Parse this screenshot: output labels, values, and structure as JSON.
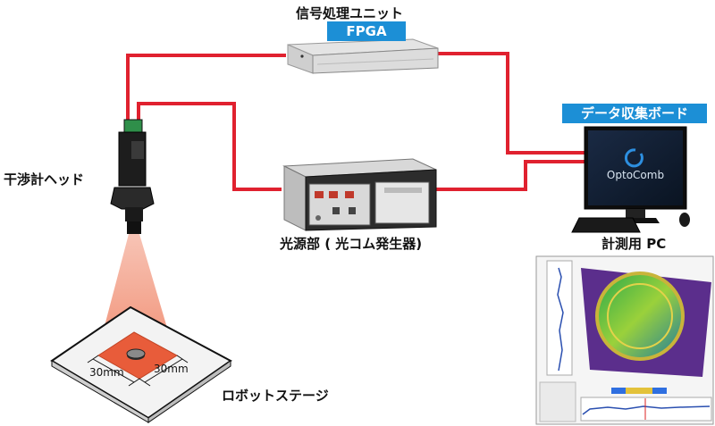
{
  "labels": {
    "signal_unit": "信号処理ユニット",
    "fpga": "FPGA",
    "data_board": "データ収集ボード",
    "head": "干渉計ヘッド",
    "light_source": "光源部 ( 光コム発生器)",
    "pc": "計測用 PC",
    "stage": "ロボットステージ",
    "dim_left": "30mm",
    "dim_right": "30mm",
    "monitor_brand": "OptoComb"
  },
  "colors": {
    "cable": "#e0212f",
    "badge": "#1c8fd6"
  }
}
